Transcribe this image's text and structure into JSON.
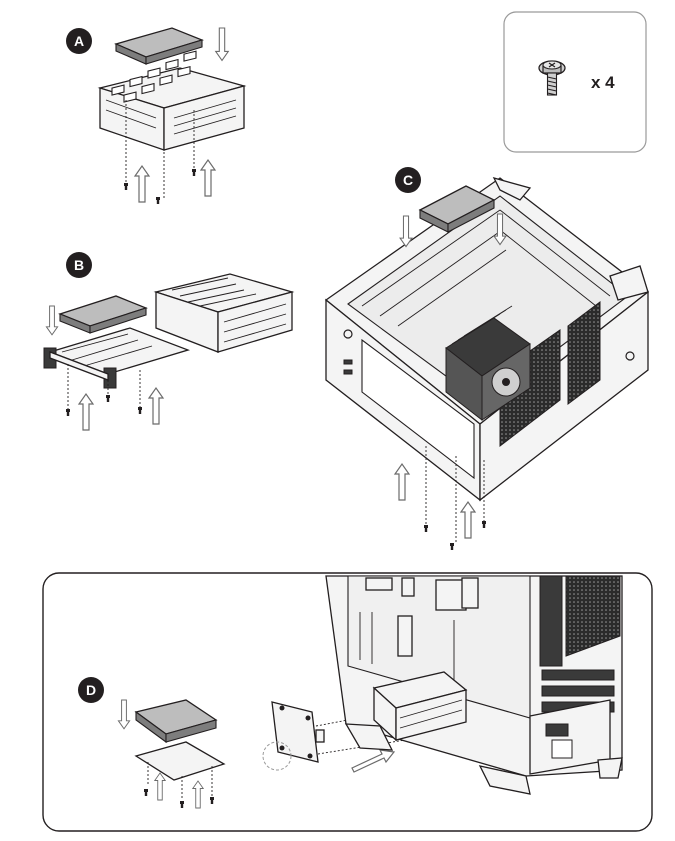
{
  "steps": [
    {
      "id": "step-a",
      "label": "A"
    },
    {
      "id": "step-b",
      "label": "B"
    },
    {
      "id": "step-c",
      "label": "C"
    },
    {
      "id": "step-d",
      "label": "D"
    }
  ],
  "parts_box": {
    "quantity_label": "x 4",
    "icon": "screw-icon"
  },
  "colors": {
    "badge": "#231f20",
    "line": "#231f20",
    "drive": "#bdbdbd",
    "arrow_outline": "#6b6b6b"
  }
}
